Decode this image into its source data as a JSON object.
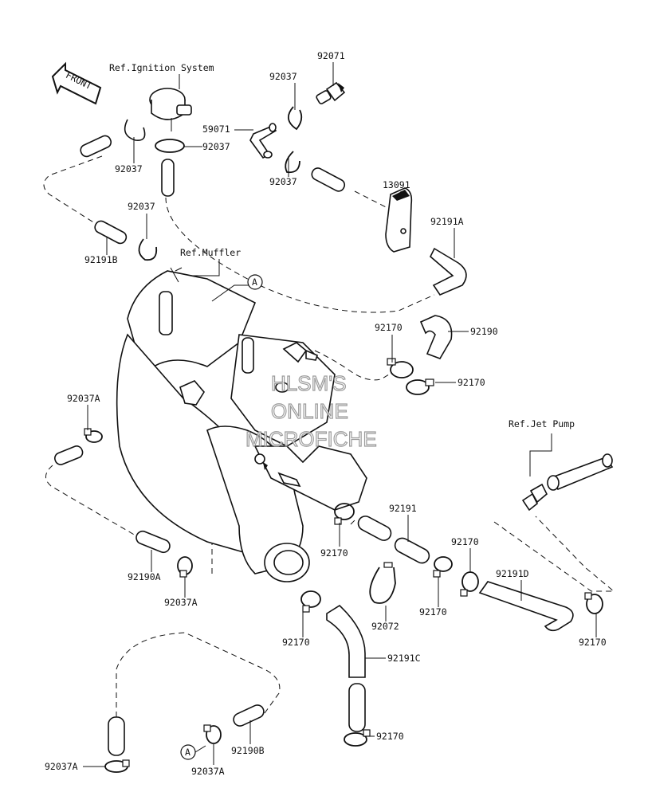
{
  "front_label": "FRONT",
  "ref_labels": {
    "ignition": "Ref.Ignition System",
    "muffler": "Ref.Muffler",
    "jet_pump": "Ref.Jet Pump"
  },
  "callout_a": "A",
  "watermark": [
    "HLSM'S",
    "ONLINE",
    "MICROFICHE"
  ],
  "parts": [
    {
      "id": "p1",
      "label": "92071"
    },
    {
      "id": "p2",
      "label": "92037"
    },
    {
      "id": "p3",
      "label": "59071"
    },
    {
      "id": "p4",
      "label": "92037"
    },
    {
      "id": "p5",
      "label": "92037"
    },
    {
      "id": "p6",
      "label": "92037"
    },
    {
      "id": "p7",
      "label": "13091"
    },
    {
      "id": "p8",
      "label": "92037"
    },
    {
      "id": "p9",
      "label": "92191A"
    },
    {
      "id": "p10",
      "label": "92191B"
    },
    {
      "id": "p11",
      "label": "92170"
    },
    {
      "id": "p12",
      "label": "92190"
    },
    {
      "id": "p13",
      "label": "92170"
    },
    {
      "id": "p14",
      "label": "92037A"
    },
    {
      "id": "p15",
      "label": "92191"
    },
    {
      "id": "p16",
      "label": "92170"
    },
    {
      "id": "p17",
      "label": "92170"
    },
    {
      "id": "p18",
      "label": "92191D"
    },
    {
      "id": "p19",
      "label": "92190A"
    },
    {
      "id": "p20",
      "label": "92037A"
    },
    {
      "id": "p21",
      "label": "92170"
    },
    {
      "id": "p22",
      "label": "92072"
    },
    {
      "id": "p23",
      "label": "92170"
    },
    {
      "id": "p24",
      "label": "92170"
    },
    {
      "id": "p25",
      "label": "92191C"
    },
    {
      "id": "p26",
      "label": "92170"
    },
    {
      "id": "p27",
      "label": "92037A"
    },
    {
      "id": "p28",
      "label": "92037A"
    },
    {
      "id": "p29",
      "label": "92190B"
    }
  ]
}
